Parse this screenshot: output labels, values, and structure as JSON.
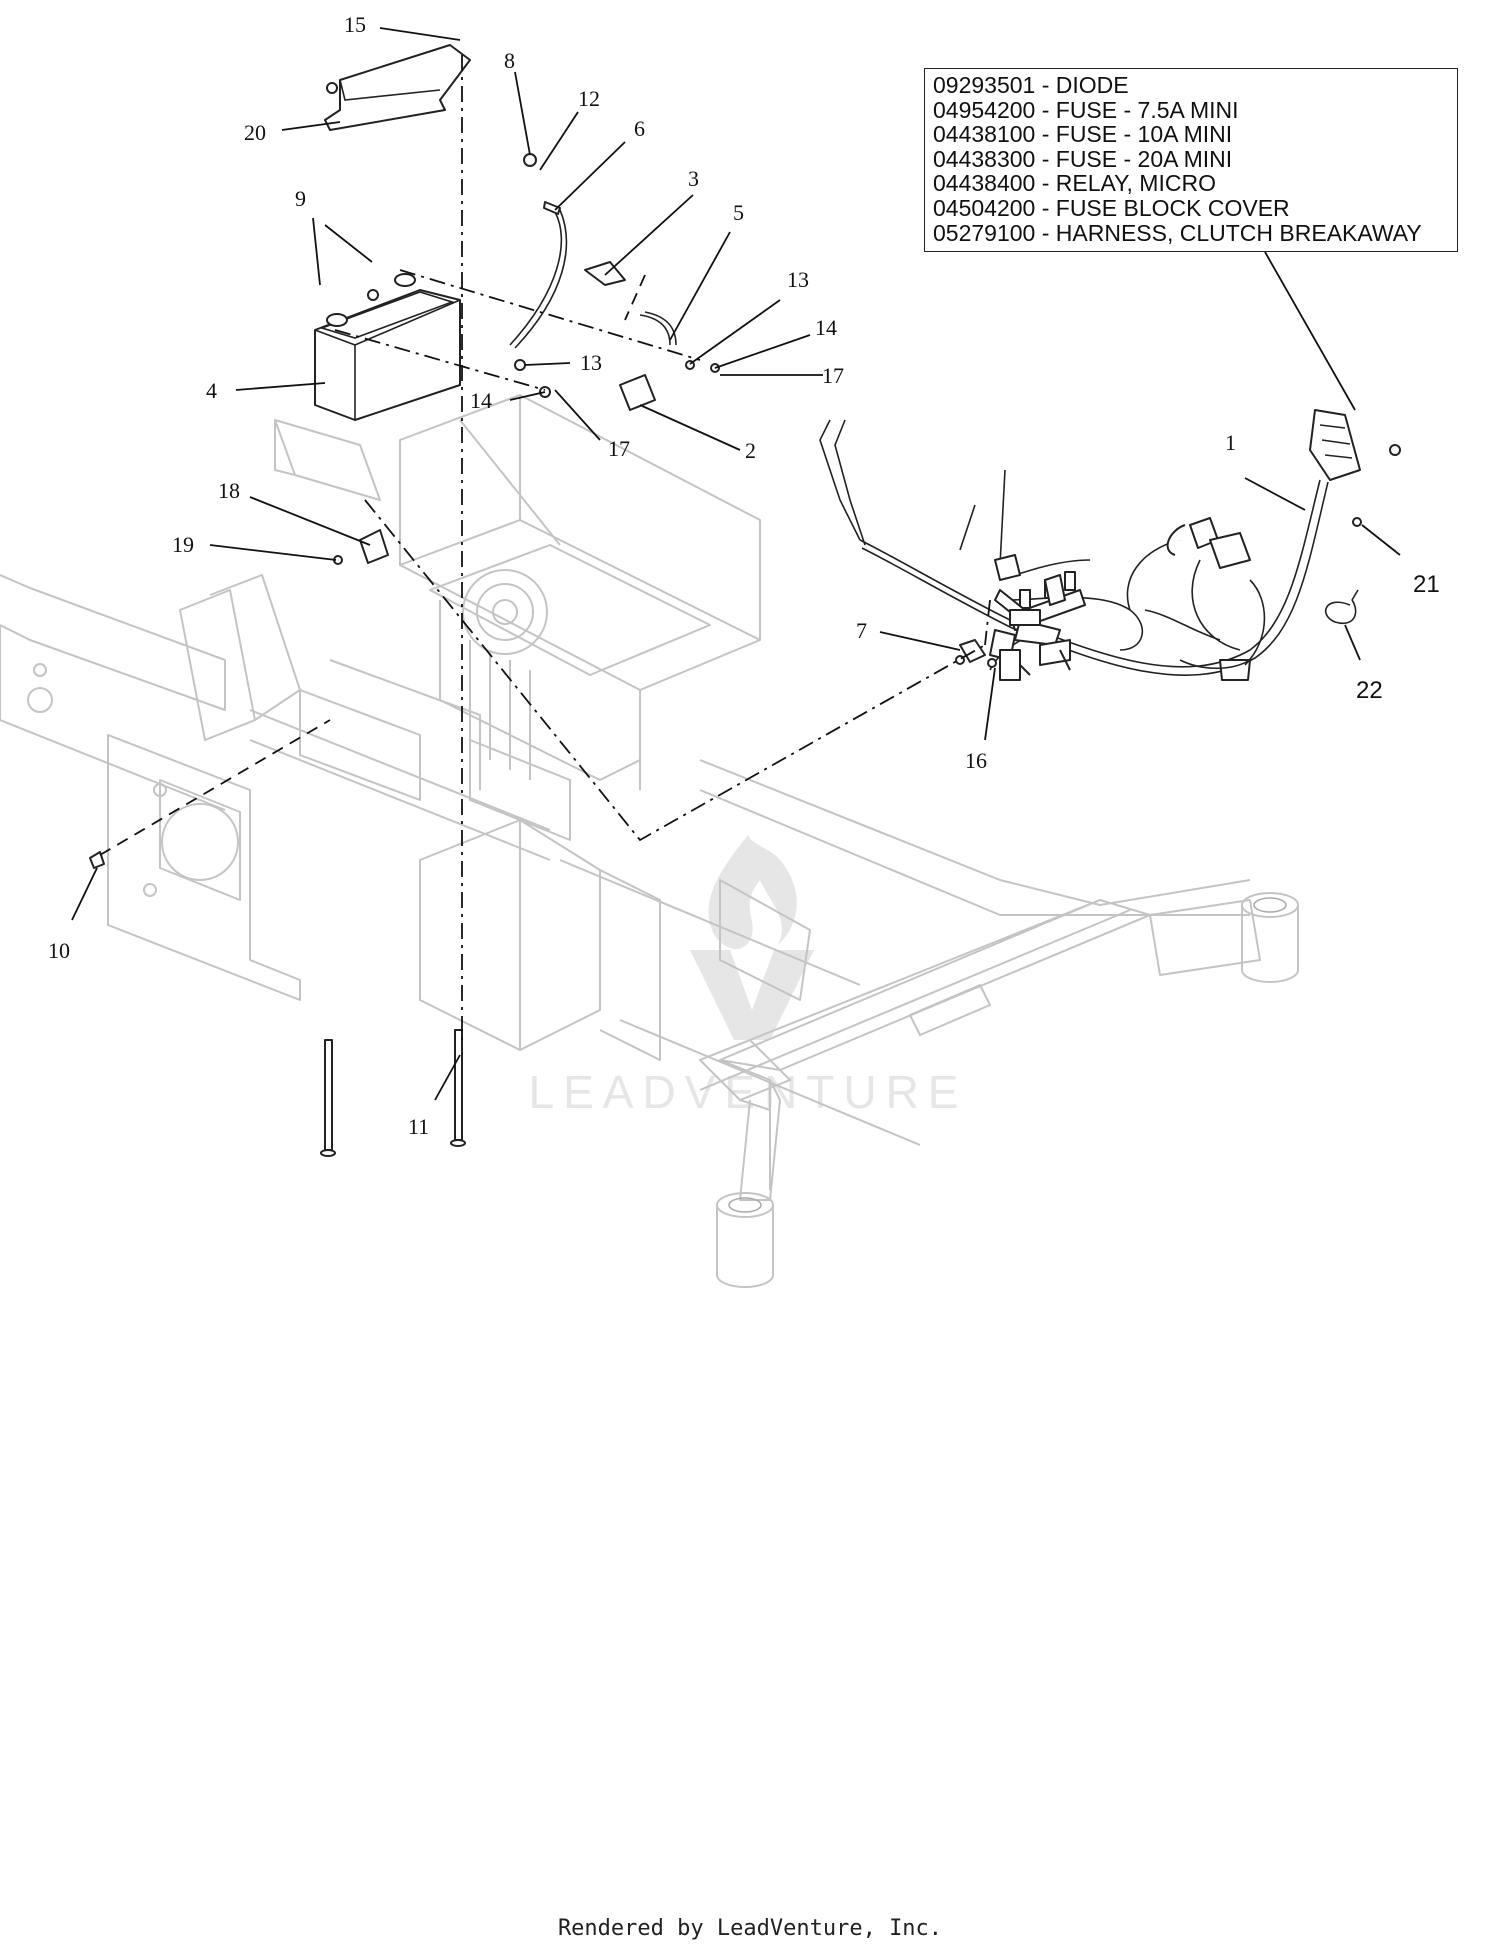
{
  "parts_list": [
    "09293501 - DIODE",
    "04954200 - FUSE - 7.5A MINI",
    "04438100 - FUSE - 10A MINI",
    "04438300 - FUSE - 20A MINI",
    "04438400 - RELAY, MICRO",
    "04504200 - FUSE BLOCK COVER",
    "05279100 - HARNESS, CLUTCH BREAKAWAY"
  ],
  "callouts": {
    "c1": "1",
    "c2": "2",
    "c3": "3",
    "c4": "4",
    "c5": "5",
    "c6": "6",
    "c7": "7",
    "c8": "8",
    "c9": "9",
    "c10": "10",
    "c11": "11",
    "c12": "12",
    "c13a": "13",
    "c13b": "13",
    "c14a": "14",
    "c14b": "14",
    "c15": "15",
    "c16": "16",
    "c17a": "17",
    "c17b": "17",
    "c18": "18",
    "c19": "19",
    "c20": "20",
    "c21": "21",
    "c22": "22"
  },
  "watermark": "LEADVENTURE",
  "footer": "Rendered by LeadVenture, Inc."
}
